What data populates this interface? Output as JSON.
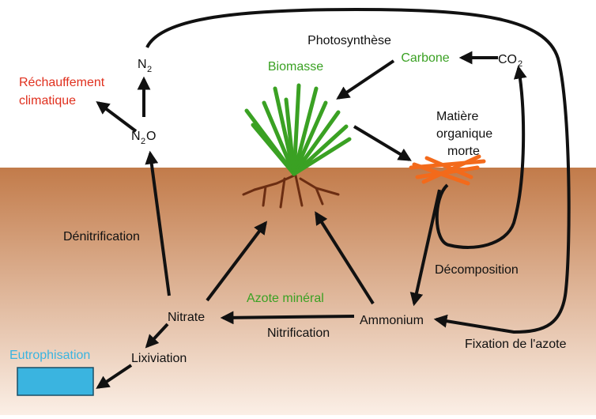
{
  "colors": {
    "sky": "#ffffff",
    "soil_top": "#c27b4a",
    "soil_bottom": "#fbefe6",
    "green": "#3aa123",
    "red": "#e0301e",
    "blue": "#3ab4e0",
    "orange": "#f36a1b",
    "root": "#6b2d12",
    "arrow": "#111111"
  },
  "labels": {
    "photosynthese": "Photosynthèse",
    "biomasse": "Biomasse",
    "carbone": "Carbone",
    "co": "CO",
    "co_sub": "2",
    "n": "N",
    "n2_sub": "2",
    "n2o_sub": "2",
    "o": "O",
    "rechauffement_1": "Réchauffement",
    "rechauffement_2": "climatique",
    "matiere_1": "Matière",
    "matiere_2": "organique",
    "matiere_3": "morte",
    "denitrification": "Dénitrification",
    "azote_mineral": "Azote minéral",
    "decomposition": "Décomposition",
    "nitrate": "Nitrate",
    "ammonium": "Ammonium",
    "nitrification": "Nitrification",
    "lixiviation": "Lixiviation",
    "eutrophisation": "Eutrophisation",
    "fixation": "Fixation de l'azote"
  }
}
